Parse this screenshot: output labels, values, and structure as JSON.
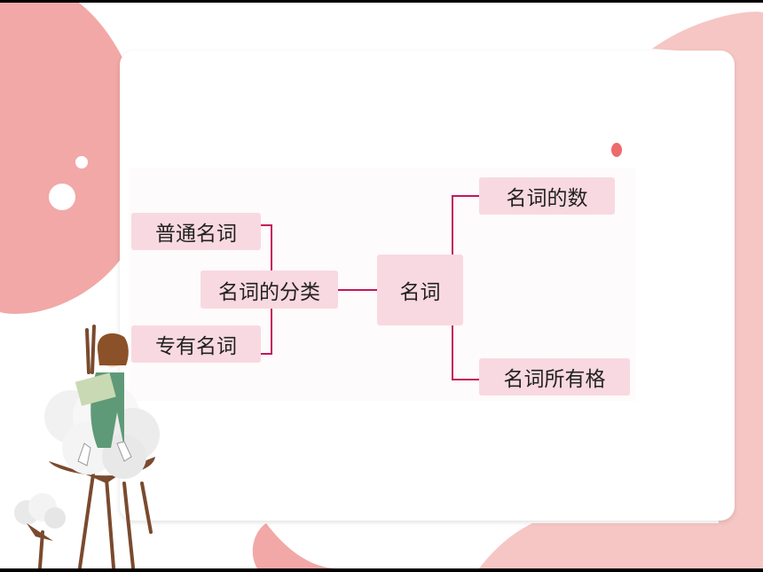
{
  "diagram": {
    "nodes": {
      "common": "普通名词",
      "proper": "专有名词",
      "classification": "名词的分类",
      "noun": "名词",
      "number": "名词的数",
      "possessive": "名词所有格"
    }
  },
  "colors": {
    "accent_pink": "#f2a8a6",
    "node_fill": "#f9d9e1",
    "connector": "#c2185b",
    "dot": "#ee6b6b"
  }
}
